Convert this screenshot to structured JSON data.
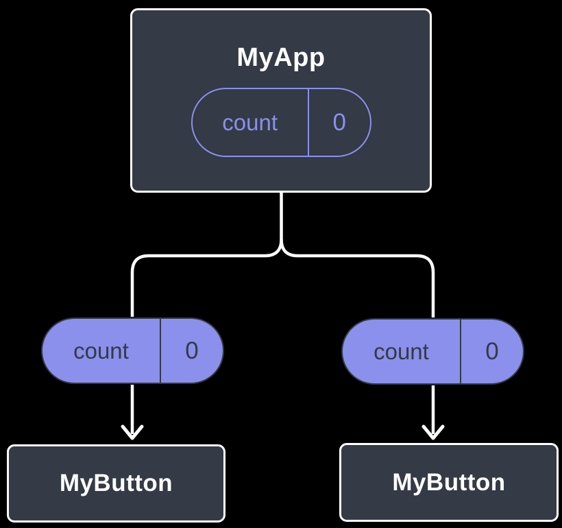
{
  "diagram": {
    "description": "React component tree showing state lifted to parent and passed down as props",
    "background_color": "#000000",
    "colors": {
      "node_fill": "#343a46",
      "node_border": "#ffffff",
      "accent_purple": "#8a90ec",
      "dark_text": "#343a46",
      "connector": "#ffffff",
      "title_text": "#ffffff"
    },
    "root": {
      "title": "MyApp",
      "state": {
        "key": "count",
        "value": "0"
      }
    },
    "children": [
      {
        "title": "MyButton",
        "prop": {
          "key": "count",
          "value": "0"
        }
      },
      {
        "title": "MyButton",
        "prop": {
          "key": "count",
          "value": "0"
        }
      }
    ]
  }
}
